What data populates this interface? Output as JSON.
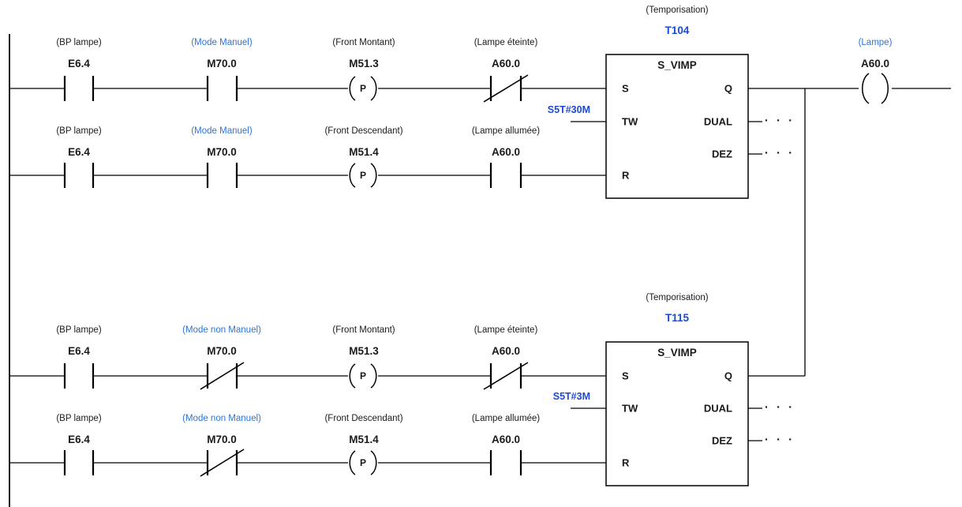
{
  "diagram_type": "plc-ladder-logic",
  "colors": {
    "background": "#ffffff",
    "wire": "#000000",
    "text": "#1a1a1a",
    "operand_blue": "#1c49d6",
    "comment_blue": "#2e74d6"
  },
  "symbols": {
    "p": "P",
    "ellipsis": "· · ·"
  },
  "networks": [
    {
      "header": {
        "comment": "(Temporisation)",
        "timer": "T104"
      },
      "block": {
        "title": "S_VIMP",
        "ports": {
          "s": "S",
          "tw": "TW",
          "r": "R",
          "q": "Q",
          "dual": "DUAL",
          "dez": "DEZ"
        }
      },
      "tw_value": "S5T#30M",
      "rungs": [
        {
          "contacts": [
            {
              "comment": "(BP lampe)",
              "operand": "E6.4",
              "type": "no"
            },
            {
              "comment": "(Mode Manuel)",
              "operand": "M70.0",
              "type": "no"
            },
            {
              "comment": "(Front Montant)",
              "operand": "M51.3",
              "type": "edge-p"
            },
            {
              "comment": "(Lampe éteinte)",
              "operand": "A60.0",
              "type": "nc"
            }
          ]
        },
        {
          "contacts": [
            {
              "comment": "(BP lampe)",
              "operand": "E6.4",
              "type": "no"
            },
            {
              "comment": "(Mode Manuel)",
              "operand": "M70.0",
              "type": "no"
            },
            {
              "comment": "(Front Descendant)",
              "operand": "M51.4",
              "type": "edge-p"
            },
            {
              "comment": "(Lampe allumée)",
              "operand": "A60.0",
              "type": "no"
            }
          ]
        }
      ],
      "coil": {
        "comment": "(Lampe)",
        "operand": "A60.0"
      }
    },
    {
      "header": {
        "comment": "(Temporisation)",
        "timer": "T115"
      },
      "block": {
        "title": "S_VIMP",
        "ports": {
          "s": "S",
          "tw": "TW",
          "r": "R",
          "q": "Q",
          "dual": "DUAL",
          "dez": "DEZ"
        }
      },
      "tw_value": "S5T#3M",
      "rungs": [
        {
          "contacts": [
            {
              "comment": "(BP lampe)",
              "operand": "E6.4",
              "type": "no"
            },
            {
              "comment": "(Mode non Manuel)",
              "operand": "M70.0",
              "type": "nc"
            },
            {
              "comment": "(Front Montant)",
              "operand": "M51.3",
              "type": "edge-p"
            },
            {
              "comment": "(Lampe éteinte)",
              "operand": "A60.0",
              "type": "nc"
            }
          ]
        },
        {
          "contacts": [
            {
              "comment": "(BP lampe)",
              "operand": "E6.4",
              "type": "no"
            },
            {
              "comment": "(Mode non Manuel)",
              "operand": "M70.0",
              "type": "nc"
            },
            {
              "comment": "(Front Descendant)",
              "operand": "M51.4",
              "type": "edge-p"
            },
            {
              "comment": "(Lampe allumée)",
              "operand": "A60.0",
              "type": "no"
            }
          ]
        }
      ]
    }
  ]
}
